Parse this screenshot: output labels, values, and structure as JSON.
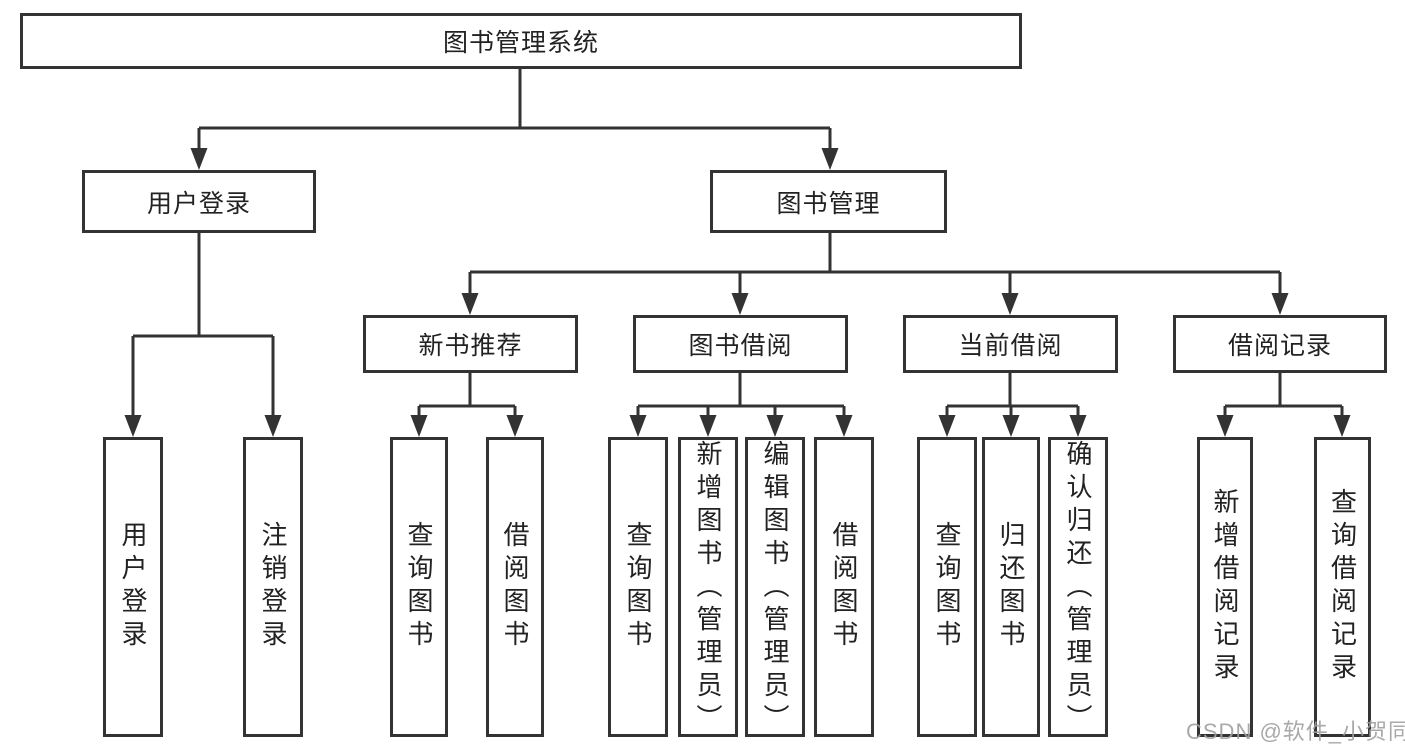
{
  "diagram": {
    "root": "图书管理系统",
    "level1": {
      "user_login": "用户登录",
      "book_mgmt": "图书管理"
    },
    "level2": {
      "new_book_rec": "新书推荐",
      "book_borrow": "图书借阅",
      "current_borrow": "当前借阅",
      "borrow_records": "借阅记录"
    },
    "leaves": {
      "user_login": "用户登录",
      "logout": "注销登录",
      "rec_query_books": "查询图书",
      "rec_borrow_books": "借阅图书",
      "bor_query_books": "查询图书",
      "bor_add_books": "新增图书（管理员）",
      "bor_edit_books": "编辑图书（管理员）",
      "bor_borrow_books": "借阅图书",
      "cur_query_books": "查询图书",
      "cur_return_books": "归还图书",
      "cur_confirm_return": "确认归还（管理员）",
      "recd_add_record": "新增借阅记录",
      "recd_query_record": "查询借阅记录"
    },
    "watermark": "CSDN @软件_小贺同学",
    "colors": {
      "line": "#333333",
      "text": "#222222",
      "background": "#ffffff",
      "watermark": "#a0a0a0"
    }
  }
}
